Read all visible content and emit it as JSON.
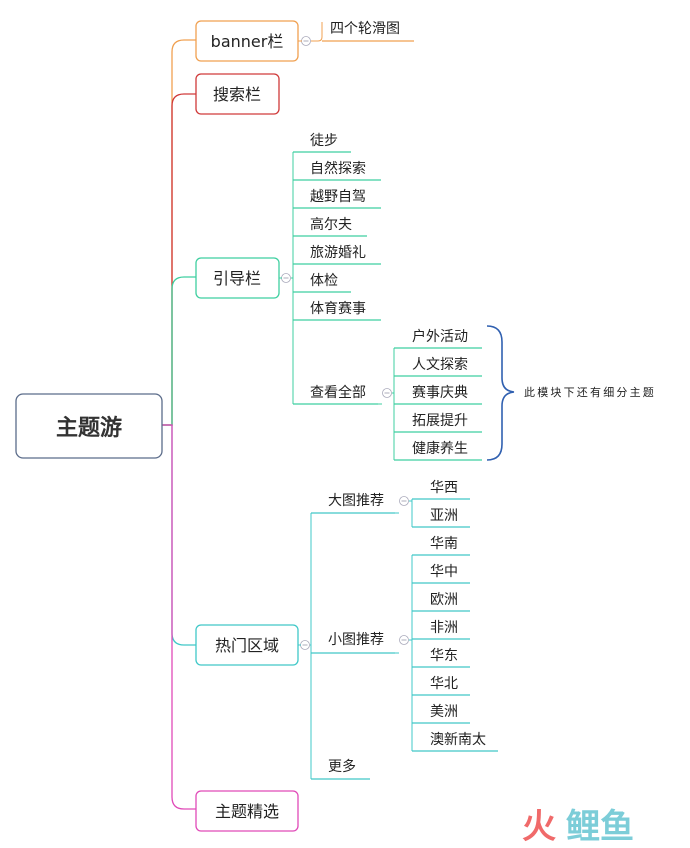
{
  "root": {
    "label": "主题游"
  },
  "branches": {
    "banner": {
      "label": "banner栏",
      "child": "四个轮滑图",
      "color": "#f0a050"
    },
    "search": {
      "label": "搜索栏",
      "color": "#d03a3a"
    },
    "guide": {
      "label": "引导栏",
      "color": "#3fcfa0",
      "items": [
        "徒步",
        "自然探索",
        "越野自驾",
        "高尔夫",
        "旅游婚礼",
        "体检",
        "体育赛事"
      ],
      "view_all": {
        "label": "查看全部",
        "items": [
          "户外活动",
          "人文探索",
          "赛事庆典",
          "拓展提升",
          "健康养生"
        ],
        "note": "此模块下还有细分主题"
      }
    },
    "hot": {
      "label": "热门区域",
      "color": "#40c8c8",
      "big": {
        "label": "大图推荐",
        "items": [
          "华西",
          "亚洲"
        ]
      },
      "small": {
        "label": "小图推荐",
        "items": [
          "华南",
          "华中",
          "欧洲",
          "非洲",
          "华东",
          "华北",
          "美洲",
          "澳新南太"
        ]
      },
      "more": "更多"
    },
    "featured": {
      "label": "主题精选",
      "color": "#e04ab8"
    }
  },
  "watermark": {
    "text_left": "火",
    "text_right": "鲤鱼"
  }
}
